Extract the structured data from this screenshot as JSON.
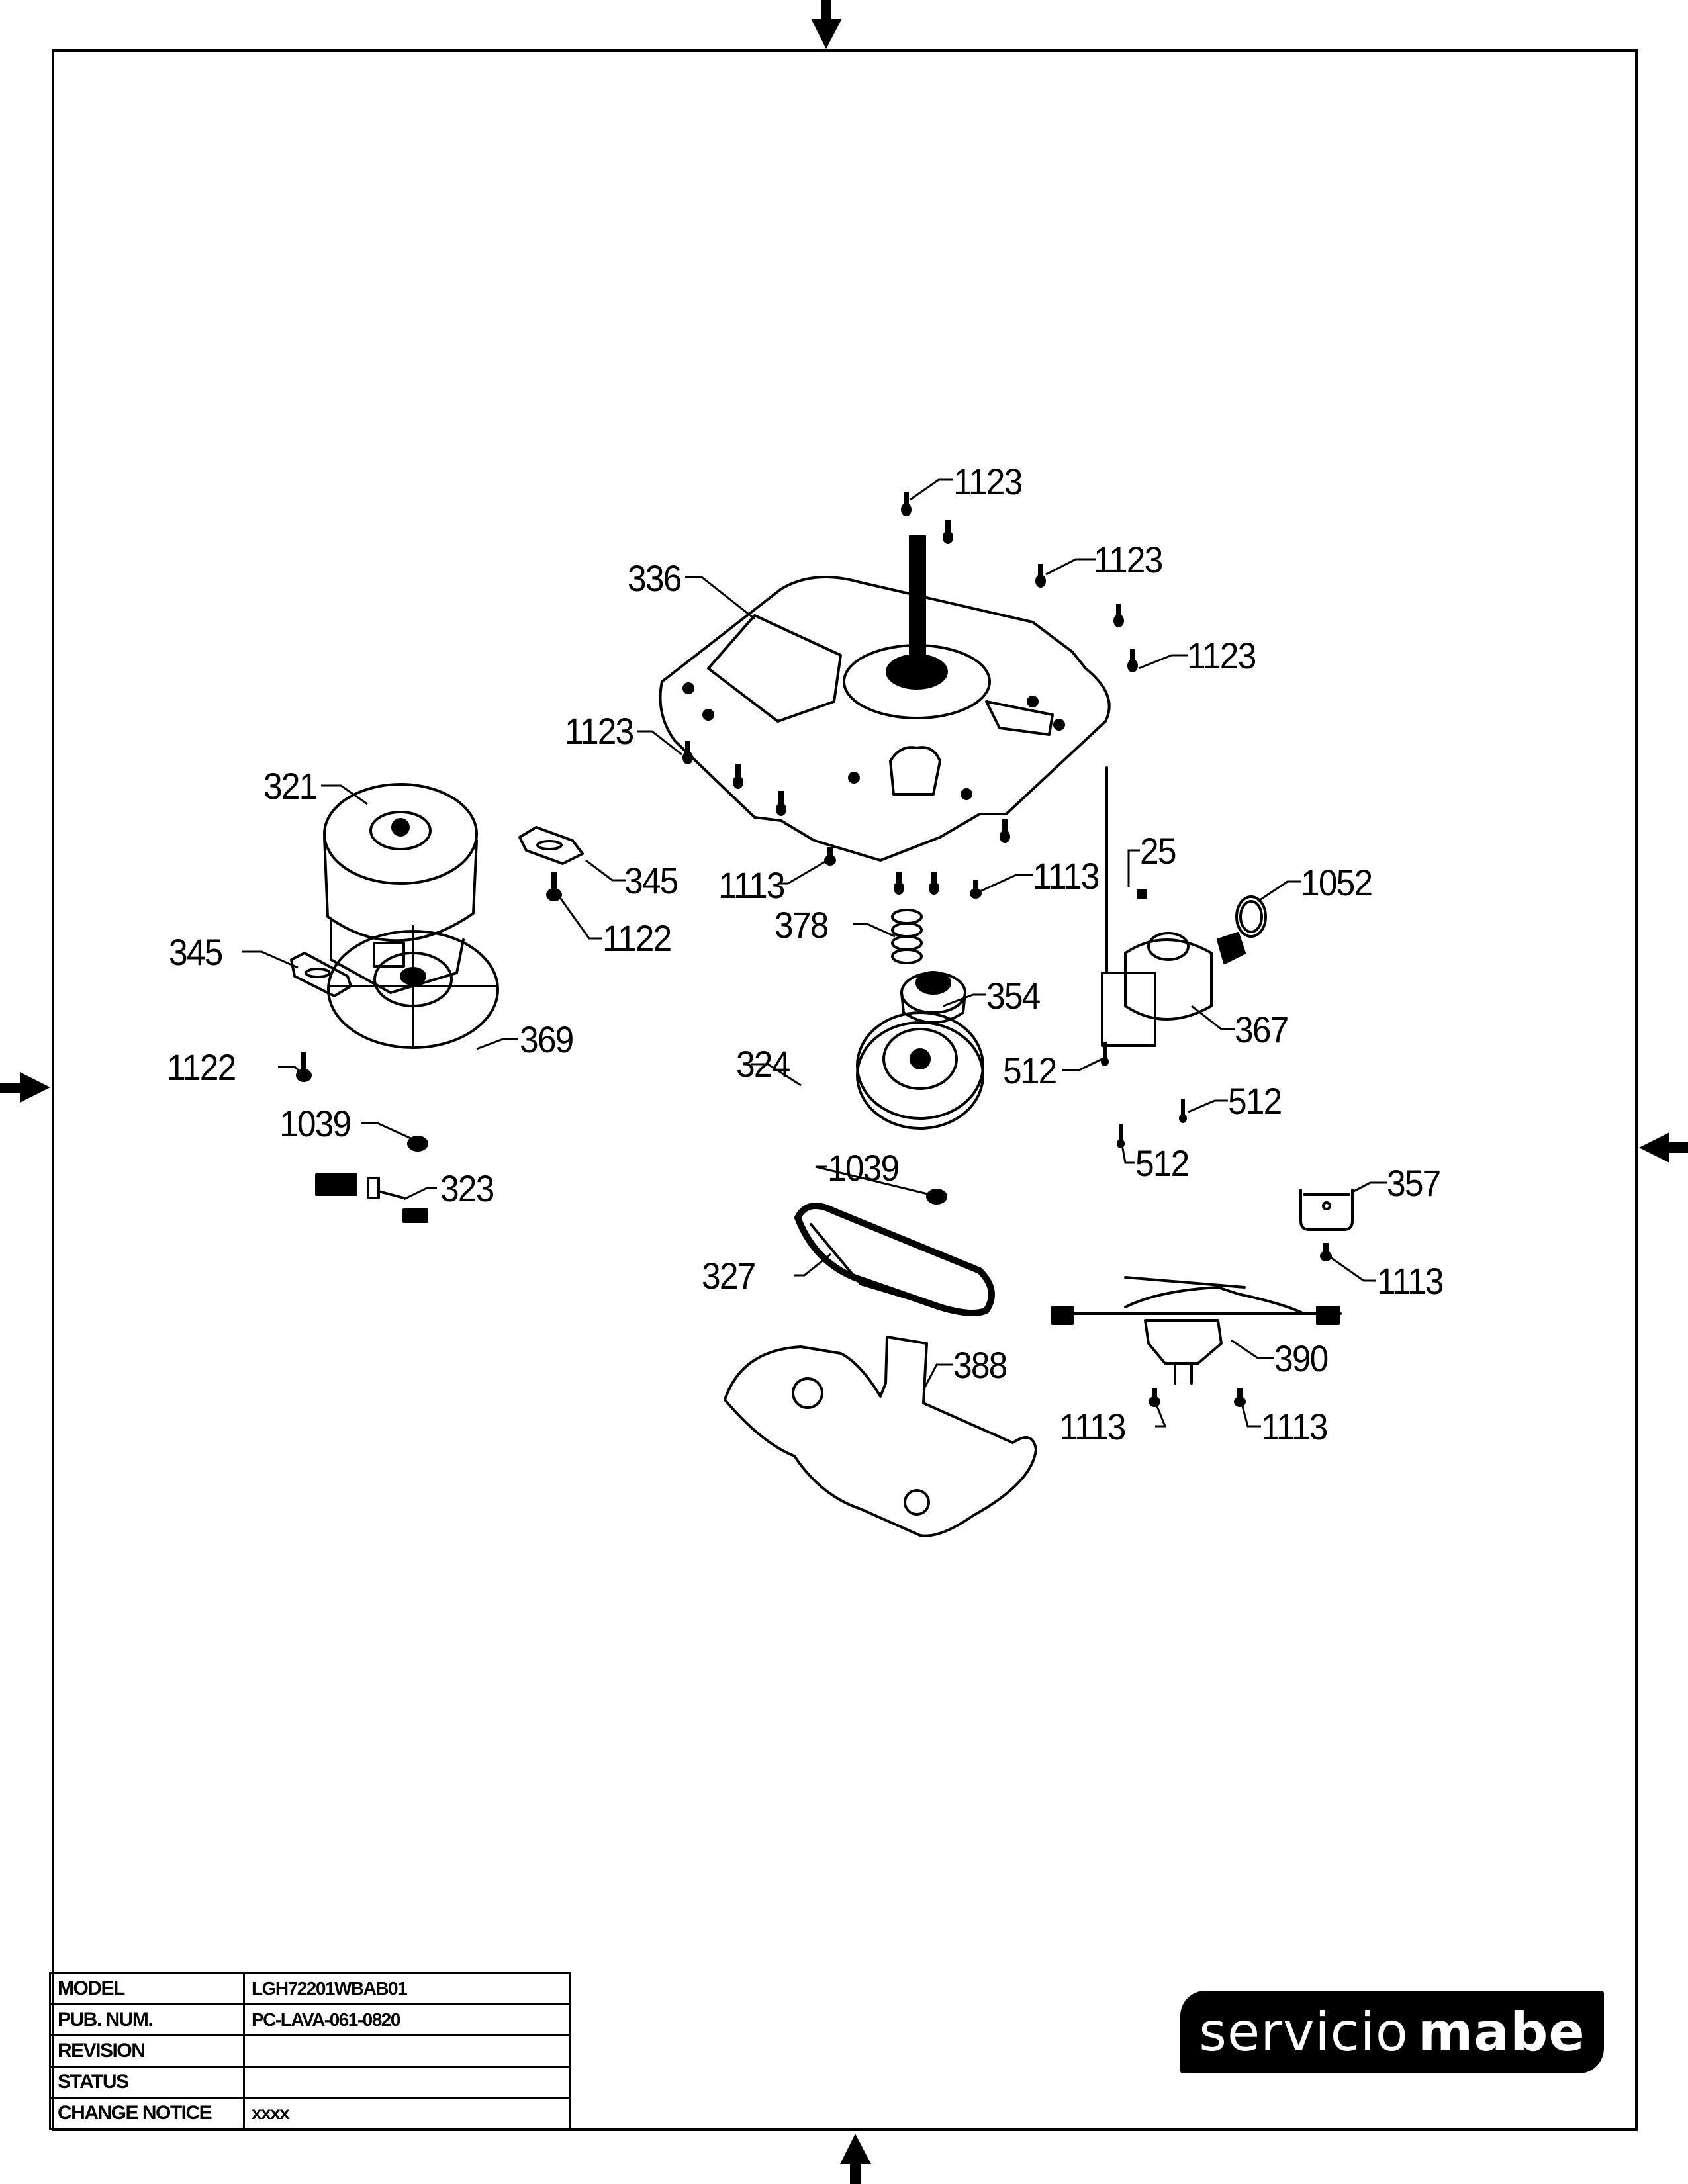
{
  "document": {
    "type": "exploded parts diagram",
    "brand_logo": {
      "light": "servicio",
      "bold": "mabe"
    }
  },
  "title_block": {
    "rows": [
      {
        "key": "MODEL",
        "value": "LGH72201WBAB01"
      },
      {
        "key": "PUB. NUM.",
        "value": "PC-LAVA-061-0820"
      },
      {
        "key": "REVISION",
        "value": ""
      },
      {
        "key": "STATUS",
        "value": ""
      },
      {
        "key": "CHANGE NOTICE",
        "value": "xxxx"
      }
    ]
  },
  "callouts": [
    {
      "id": "1123-a",
      "label": "1123",
      "part": "screw"
    },
    {
      "id": "1123-b",
      "label": "1123",
      "part": "screw"
    },
    {
      "id": "1123-c",
      "label": "1123",
      "part": "screw"
    },
    {
      "id": "1123-d",
      "label": "1123",
      "part": "screw"
    },
    {
      "id": "336",
      "label": "336",
      "part": "transmission / base plate"
    },
    {
      "id": "321",
      "label": "321",
      "part": "motor"
    },
    {
      "id": "345-a",
      "label": "345",
      "part": "motor bracket pad"
    },
    {
      "id": "345-b",
      "label": "345",
      "part": "motor bracket pad"
    },
    {
      "id": "1122-a",
      "label": "1122",
      "part": "bolt"
    },
    {
      "id": "1122-b",
      "label": "1122",
      "part": "bolt"
    },
    {
      "id": "369",
      "label": "369",
      "part": "motor pulley"
    },
    {
      "id": "1039-a",
      "label": "1039",
      "part": "nut"
    },
    {
      "id": "1039-b",
      "label": "1039",
      "part": "nut"
    },
    {
      "id": "323",
      "label": "323",
      "part": "motor harness connector"
    },
    {
      "id": "1113-a",
      "label": "1113",
      "part": "screw"
    },
    {
      "id": "1113-b",
      "label": "1113",
      "part": "screw"
    },
    {
      "id": "1113-c",
      "label": "1113",
      "part": "screw"
    },
    {
      "id": "1113-d",
      "label": "1113",
      "part": "screw"
    },
    {
      "id": "1113-e",
      "label": "1113",
      "part": "screw"
    },
    {
      "id": "378",
      "label": "378",
      "part": "spring"
    },
    {
      "id": "354",
      "label": "354",
      "part": "clutch"
    },
    {
      "id": "324",
      "label": "324",
      "part": "transmission pulley"
    },
    {
      "id": "25",
      "label": "25",
      "part": "clip"
    },
    {
      "id": "1052",
      "label": "1052",
      "part": "hose clamp"
    },
    {
      "id": "367",
      "label": "367",
      "part": "drain pump"
    },
    {
      "id": "512-a",
      "label": "512",
      "part": "screw"
    },
    {
      "id": "512-b",
      "label": "512",
      "part": "screw"
    },
    {
      "id": "512-c",
      "label": "512",
      "part": "screw"
    },
    {
      "id": "357",
      "label": "357",
      "part": "bracket"
    },
    {
      "id": "327",
      "label": "327",
      "part": "belt"
    },
    {
      "id": "388",
      "label": "388",
      "part": "belt cover / pan"
    },
    {
      "id": "390",
      "label": "390",
      "part": "shift actuator with harness"
    }
  ]
}
